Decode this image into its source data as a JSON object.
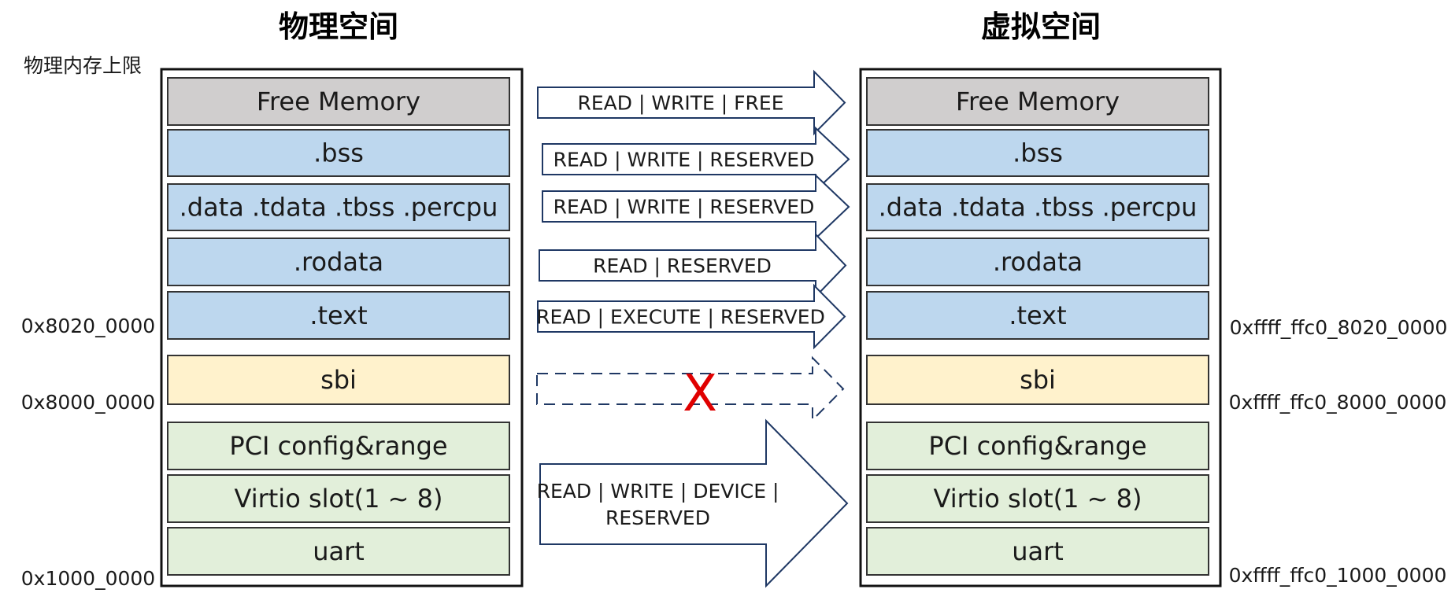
{
  "physical": {
    "title": "物理空间",
    "upper_label": "物理内存上限",
    "addr_text": "0x8020_0000",
    "addr_sbi": "0x8000_0000",
    "addr_bottom": "0x1000_0000",
    "segments": [
      {
        "label": "Free Memory",
        "color": "#d0cece"
      },
      {
        "label": ".bss",
        "color": "#bdd7ee"
      },
      {
        "label": ".data .tdata .tbss .percpu",
        "color": "#bdd7ee"
      },
      {
        "label": ".rodata",
        "color": "#bdd7ee"
      },
      {
        "label": ".text",
        "color": "#bdd7ee"
      },
      {
        "label": "sbi",
        "color": "#fff2cc"
      },
      {
        "label": "PCI config&range",
        "color": "#e2efda"
      },
      {
        "label": "Virtio slot(1 ~ 8)",
        "color": "#e2efda"
      },
      {
        "label": "uart",
        "color": "#e2efda"
      }
    ]
  },
  "virtual": {
    "title": "虚拟空间",
    "addr_text": "0xffff_ffc0_8020_0000",
    "addr_sbi": "0xffff_ffc0_8000_0000",
    "addr_bottom": "0xffff_ffc0_1000_0000",
    "segments": [
      {
        "label": "Free Memory",
        "color": "#d0cece"
      },
      {
        "label": ".bss",
        "color": "#bdd7ee"
      },
      {
        "label": ".data .tdata .tbss .percpu",
        "color": "#bdd7ee"
      },
      {
        "label": ".rodata",
        "color": "#bdd7ee"
      },
      {
        "label": ".text",
        "color": "#bdd7ee"
      },
      {
        "label": "sbi",
        "color": "#fff2cc"
      },
      {
        "label": "PCI config&range",
        "color": "#e2efda"
      },
      {
        "label": "Virtio slot(1 ~ 8)",
        "color": "#e2efda"
      },
      {
        "label": "uart",
        "color": "#e2efda"
      }
    ]
  },
  "mappings": [
    {
      "label_lines": [
        "READ | WRITE | FREE"
      ]
    },
    {
      "label_lines": [
        "READ | WRITE | RESERVED"
      ]
    },
    {
      "label_lines": [
        "READ | WRITE | RESERVED"
      ]
    },
    {
      "label_lines": [
        "READ | RESERVED"
      ]
    },
    {
      "label_lines": [
        "READ | EXECUTE | RESERVED"
      ]
    },
    {
      "label_lines": [
        ""
      ],
      "unmapped_mark": "X"
    },
    {
      "label_lines": [
        "READ | WRITE | DEVICE |",
        "RESERVED"
      ]
    }
  ],
  "colors": {
    "box_stroke": "#111111",
    "segment_stroke": "#333333",
    "arrow_stroke": "#1f3864",
    "cross_mark": "#e00000"
  }
}
